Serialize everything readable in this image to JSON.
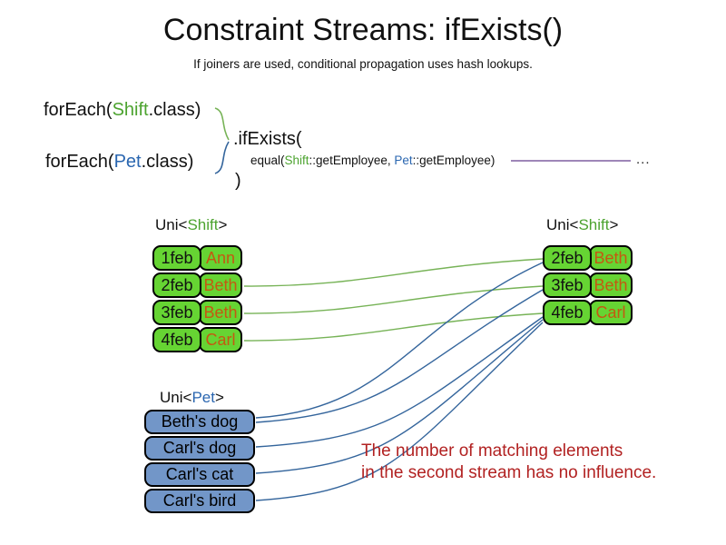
{
  "title": "Constraint Streams: ifExists()",
  "subtitle": "If joiners are used, conditional propagation uses hash lookups.",
  "code": {
    "foreach_shift": {
      "prefix": "forEach(",
      "class_name": "Shift",
      "suffix": ".class)"
    },
    "foreach_pet": {
      "prefix": "forEach(",
      "class_name": "Pet",
      "suffix": ".class)"
    },
    "if_exists": ".ifExists(",
    "joiner": {
      "prefix": "equal(",
      "left_class": "Shift",
      "left_rest": "::getEmployee, ",
      "right_class": "Pet",
      "right_rest": "::getEmployee)"
    },
    "close_paren": ")",
    "ellipsis": "..."
  },
  "left_shift_table": {
    "label_prefix": "Uni<",
    "label_class": "Shift",
    "label_suffix": ">",
    "rows": [
      {
        "date": "1feb",
        "name": "Ann"
      },
      {
        "date": "2feb",
        "name": "Beth"
      },
      {
        "date": "3feb",
        "name": "Beth"
      },
      {
        "date": "4feb",
        "name": "Carl"
      }
    ]
  },
  "right_shift_table": {
    "label_prefix": "Uni<",
    "label_class": "Shift",
    "label_suffix": ">",
    "rows": [
      {
        "date": "2feb",
        "name": "Beth"
      },
      {
        "date": "3feb",
        "name": "Beth"
      },
      {
        "date": "4feb",
        "name": "Carl"
      }
    ]
  },
  "pet_table": {
    "label_prefix": "Uni<",
    "label_class": "Pet",
    "label_suffix": ">",
    "rows": [
      {
        "name": "Beth's dog"
      },
      {
        "name": "Carl's dog"
      },
      {
        "name": "Carl's cat"
      },
      {
        "name": "Carl's bird"
      }
    ]
  },
  "connections": [
    {
      "from": "left-shift-2feb",
      "to": "right-shift-2feb",
      "kind": "shift-match"
    },
    {
      "from": "left-shift-3feb",
      "to": "right-shift-3feb",
      "kind": "shift-match"
    },
    {
      "from": "left-shift-4feb",
      "to": "right-shift-4feb",
      "kind": "shift-match"
    },
    {
      "from": "pet-beth-dog",
      "to": "right-shift-2feb",
      "kind": "pet-match"
    },
    {
      "from": "pet-beth-dog",
      "to": "right-shift-3feb",
      "kind": "pet-match"
    },
    {
      "from": "pet-carl-dog",
      "to": "right-shift-4feb",
      "kind": "pet-match"
    },
    {
      "from": "pet-carl-cat",
      "to": "right-shift-4feb",
      "kind": "pet-match"
    },
    {
      "from": "pet-carl-bird",
      "to": "right-shift-4feb",
      "kind": "pet-match"
    }
  ],
  "note": {
    "line1": "The number of matching elements",
    "line2": "in the second stream has no influence."
  },
  "colors": {
    "class_green": "#4CA32F",
    "class_blue": "#2A66B0",
    "box_green": "#66D433",
    "box_blue": "#7296C8",
    "name_orange": "#C45911",
    "line_green": "#77B357",
    "line_blue": "#34659C",
    "line_purple": "#7E5FA0",
    "note_red": "#B22222"
  }
}
